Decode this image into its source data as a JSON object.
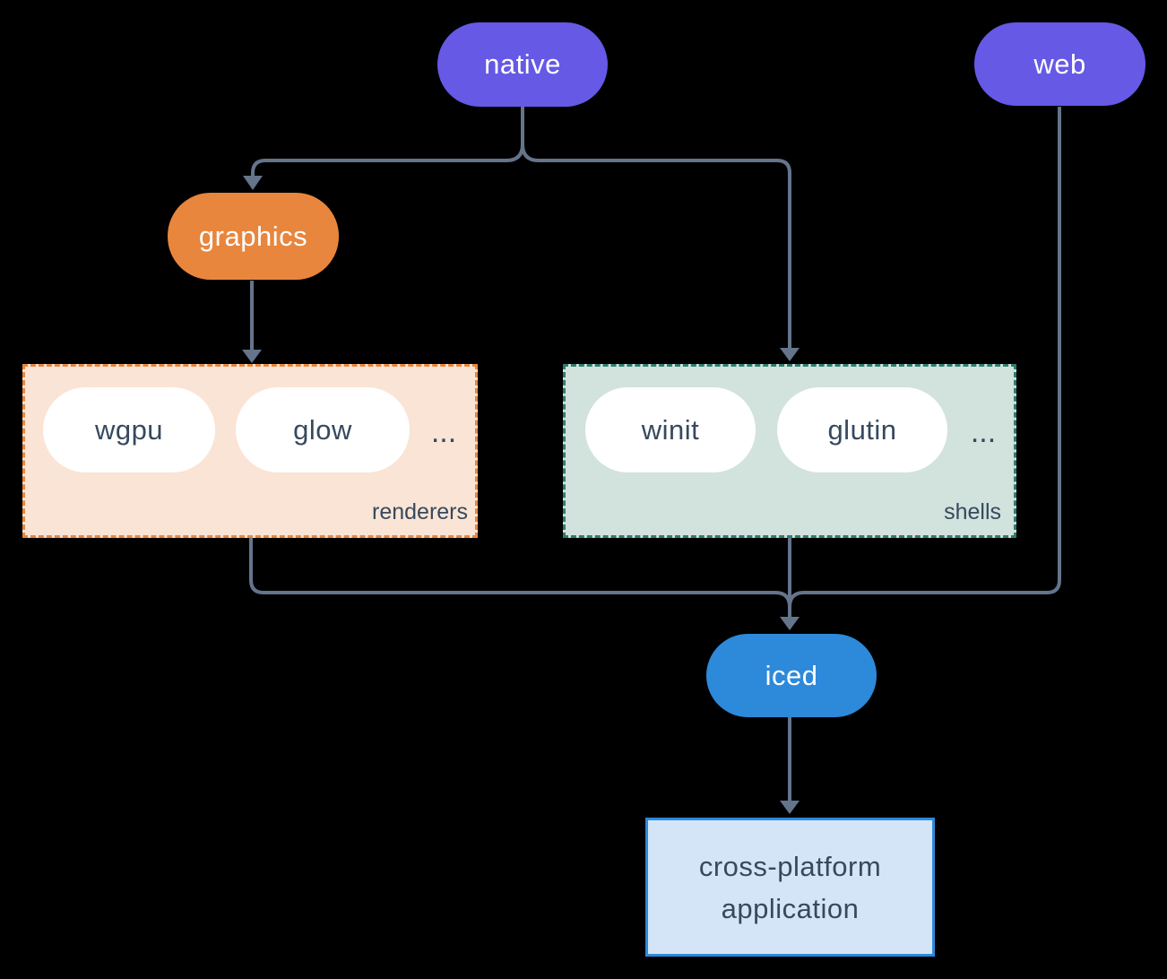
{
  "diagram": {
    "nodes": {
      "native": {
        "label": "native",
        "color": "#6559E6"
      },
      "web": {
        "label": "web",
        "color": "#6559E6"
      },
      "graphics": {
        "label": "graphics",
        "color": "#E8863D"
      },
      "iced": {
        "label": "iced",
        "color": "#2D89DA"
      },
      "app": {
        "lines": [
          "cross-platform",
          "application"
        ],
        "fill": "#D4E5F7",
        "border": "#2D89DA"
      }
    },
    "groups": {
      "renderers": {
        "label": "renderers",
        "items": [
          "wgpu",
          "glow"
        ],
        "ellipsis": "...",
        "fill": "#FAE4D5",
        "border": "#E8863D"
      },
      "shells": {
        "label": "shells",
        "items": [
          "winit",
          "glutin"
        ],
        "ellipsis": "...",
        "fill": "#D2E2DD",
        "border": "#2E7D6E"
      }
    },
    "edges": [
      {
        "from": "native",
        "to": "graphics"
      },
      {
        "from": "native",
        "to": "shells"
      },
      {
        "from": "graphics",
        "to": "renderers"
      },
      {
        "from": "renderers",
        "to": "iced"
      },
      {
        "from": "shells",
        "to": "iced"
      },
      {
        "from": "web",
        "to": "iced"
      },
      {
        "from": "iced",
        "to": "app"
      }
    ],
    "colors": {
      "background": "#000000",
      "connector": "#64748B",
      "dark_text": "#36495E",
      "pill_text": "#FFFFFF"
    }
  }
}
